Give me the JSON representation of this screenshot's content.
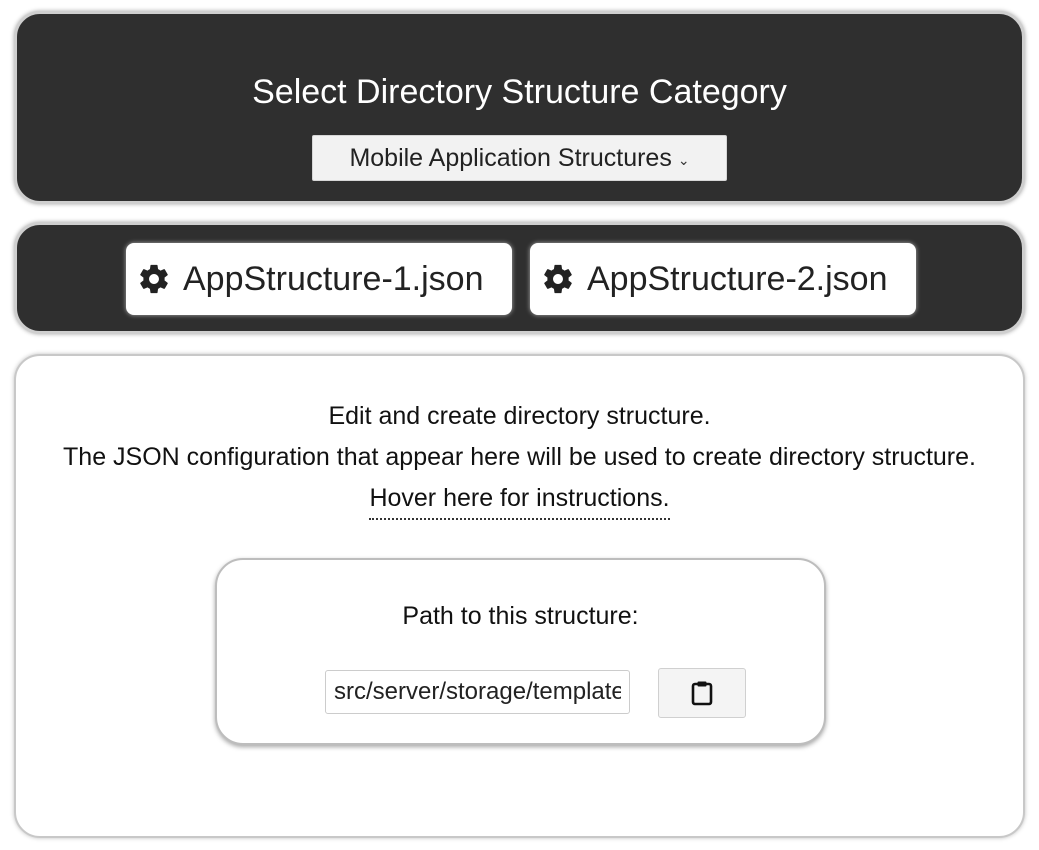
{
  "category": {
    "title": "Select Directory Structure Category",
    "selected": "Mobile Application Structures",
    "dropdown_icon": "chevron-down-icon"
  },
  "files": [
    {
      "label": "AppStructure-1.json",
      "icon": "gear-icon"
    },
    {
      "label": "AppStructure-2.json",
      "icon": "gear-icon"
    }
  ],
  "editor": {
    "line1": "Edit and create directory structure.",
    "line2": "The JSON configuration that appear here will be used to create directory structure.",
    "hover_link": "Hover here for instructions.",
    "path_label": "Path to this structure:",
    "path_value": "src/server/storage/templates",
    "copy_icon": "clipboard-icon"
  },
  "colors": {
    "dark_panel": "#2f2f2f",
    "panel_border": "#cfcfcf",
    "white": "#ffffff"
  }
}
